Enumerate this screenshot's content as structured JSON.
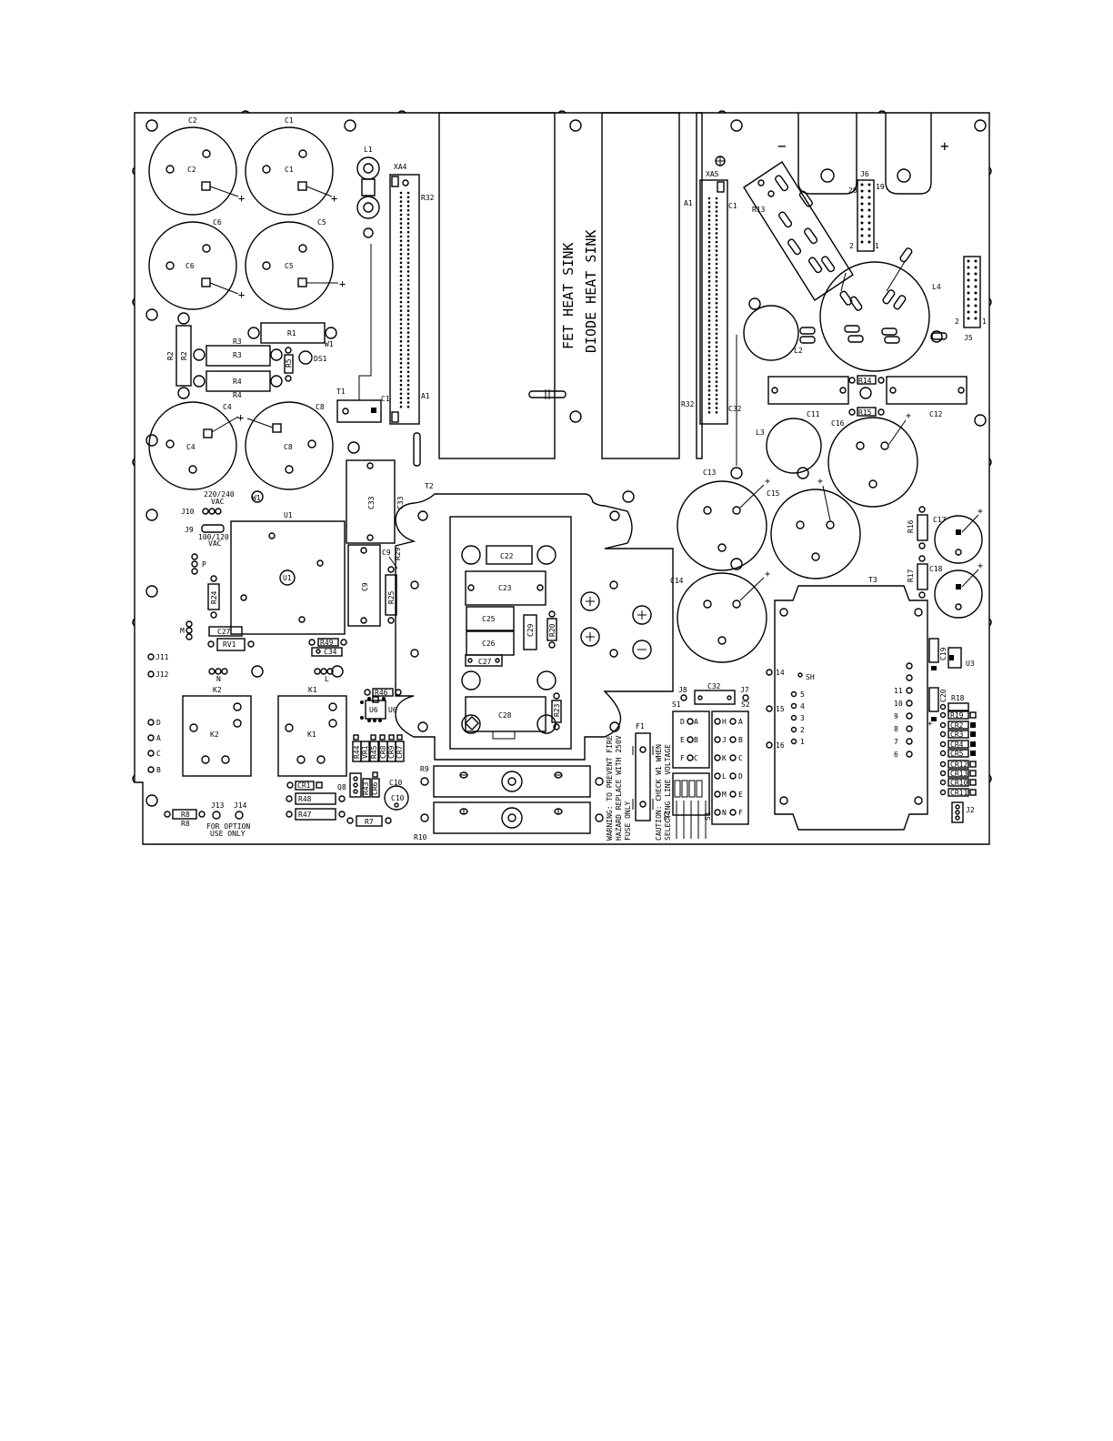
{
  "heatsinks": {
    "fet": "FET HEAT SINK",
    "diode": "DIODE HEAT SINK"
  },
  "warning": {
    "line1": "WARNING: TO PREVENT FIRE",
    "line2": "HAZARD REPLACE WITH 250V",
    "line3": "FUSE ONLY"
  },
  "caution": {
    "line1": "CAUTION: CHECK W1 WHEN",
    "line2": "SELECTING LINE VOLTAGE"
  },
  "for_option": {
    "line1": "FOR OPTION",
    "line2": "USE ONLY"
  },
  "voltage": {
    "v220": "220/240",
    "v220_unit": "VAC",
    "v100": "100/120",
    "v100_unit": "VAC"
  },
  "polarity": {
    "minus": "−",
    "plus": "+"
  },
  "big_caps_left": [
    {
      "name": "C2"
    },
    {
      "name": "C1"
    },
    {
      "name": "C6"
    },
    {
      "name": "C5"
    },
    {
      "name": "C4"
    },
    {
      "name": "C8"
    }
  ],
  "big_caps_right": [
    {
      "name": "C13"
    },
    {
      "name": "C15"
    },
    {
      "name": "C14"
    },
    {
      "name": "C16"
    }
  ],
  "small_caps_right": [
    {
      "name": "C17"
    },
    {
      "name": "C18"
    }
  ],
  "resistors_left": [
    {
      "name": "R1"
    },
    {
      "name": "R3"
    },
    {
      "name": "R4"
    }
  ],
  "labels": {
    "R2": "R2",
    "R5": "R5",
    "DS1": "DS1",
    "W1a": "W1",
    "W1b": "W1",
    "L1": "L1",
    "XA4": "XA4",
    "R32a": "R32",
    "A1a": "A1",
    "C1a": "C1",
    "T1": "T1",
    "XA5": "XA5",
    "A1b": "A1",
    "C1b": "C1",
    "R32b": "R32",
    "C32a": "C32",
    "R13": "R13",
    "J6": "J6",
    "J9t": "19",
    "n20": "20",
    "n1a": "1",
    "n2a": "2",
    "L4": "L4",
    "L2": "L2",
    "J5": "J5",
    "n2b": "2",
    "n1b": "1",
    "R14": "R14",
    "R15": "R15",
    "C11": "C11",
    "C12": "C12",
    "L3": "L3",
    "T2": "T2",
    "C33": "C33",
    "U1": "U1",
    "C9": "C9",
    "R25": "R25",
    "R29": "R29",
    "J10": "J10",
    "J9": "J9",
    "P": "P",
    "M": "M",
    "R24": "R24",
    "C27": "C27",
    "RV1": "RV1",
    "R49": "R49",
    "C34": "C34",
    "J11": "J11",
    "J12": "J12",
    "N": "N",
    "L": "L",
    "K2": "K2",
    "K1": "K1",
    "R46": "R46",
    "U6": "U6",
    "C22": "C22",
    "C23": "C23",
    "C25": "C25",
    "C26": "C26",
    "C29": "C29",
    "R20": "R20",
    "C27b": "C27",
    "C28": "C28",
    "R23": "R23",
    "R9": "R9",
    "R10": "R10",
    "R44": "R44",
    "VR1": "VR1",
    "R45": "R45",
    "CR8": "CR8",
    "CR9": "CR9",
    "CR7": "CR7",
    "Q8": "Q8",
    "R43": "R43",
    "CR6": "CR6",
    "CR1": "CR1",
    "R48": "R48",
    "R47": "R47",
    "C10": "C10",
    "R7": "R7",
    "R8": "R8",
    "J13": "J13",
    "J14": "J14",
    "D": "D",
    "A": "A",
    "C": "C",
    "B": "B",
    "F1": "F1",
    "J8": "J8",
    "C32b": "C32",
    "J7": "J7",
    "S1": "S1",
    "S2": "S2",
    "T3": "T3",
    "U3": "U3",
    "C19": "C19",
    "C20": "C20",
    "R16": "R16",
    "R17": "R17",
    "SH": "SH",
    "R18": "R18",
    "R19": "R19",
    "CR2": "CR2",
    "CR3": "CR3",
    "CR4": "CR4",
    "CR5": "CR5",
    "CR12": "CR12",
    "CR13": "CR13",
    "CR10": "CR10",
    "CR11": "CR11",
    "J2": "J2"
  },
  "t3_pins_left": [
    "14",
    "15",
    "16"
  ],
  "t3_pins_mid": [
    "5",
    "4",
    "3",
    "2",
    "1"
  ],
  "t3_pins_right": [
    "11",
    "10",
    "9",
    "8",
    "7",
    "6"
  ],
  "s1_left": [
    "D",
    "E",
    "F"
  ],
  "s1_right": [
    "A",
    "B",
    "C"
  ],
  "s1b_left": [
    "H",
    "J",
    "K",
    "L",
    "M",
    "N"
  ],
  "s1b_right": [
    "A",
    "B",
    "C",
    "D",
    "E",
    "F"
  ]
}
